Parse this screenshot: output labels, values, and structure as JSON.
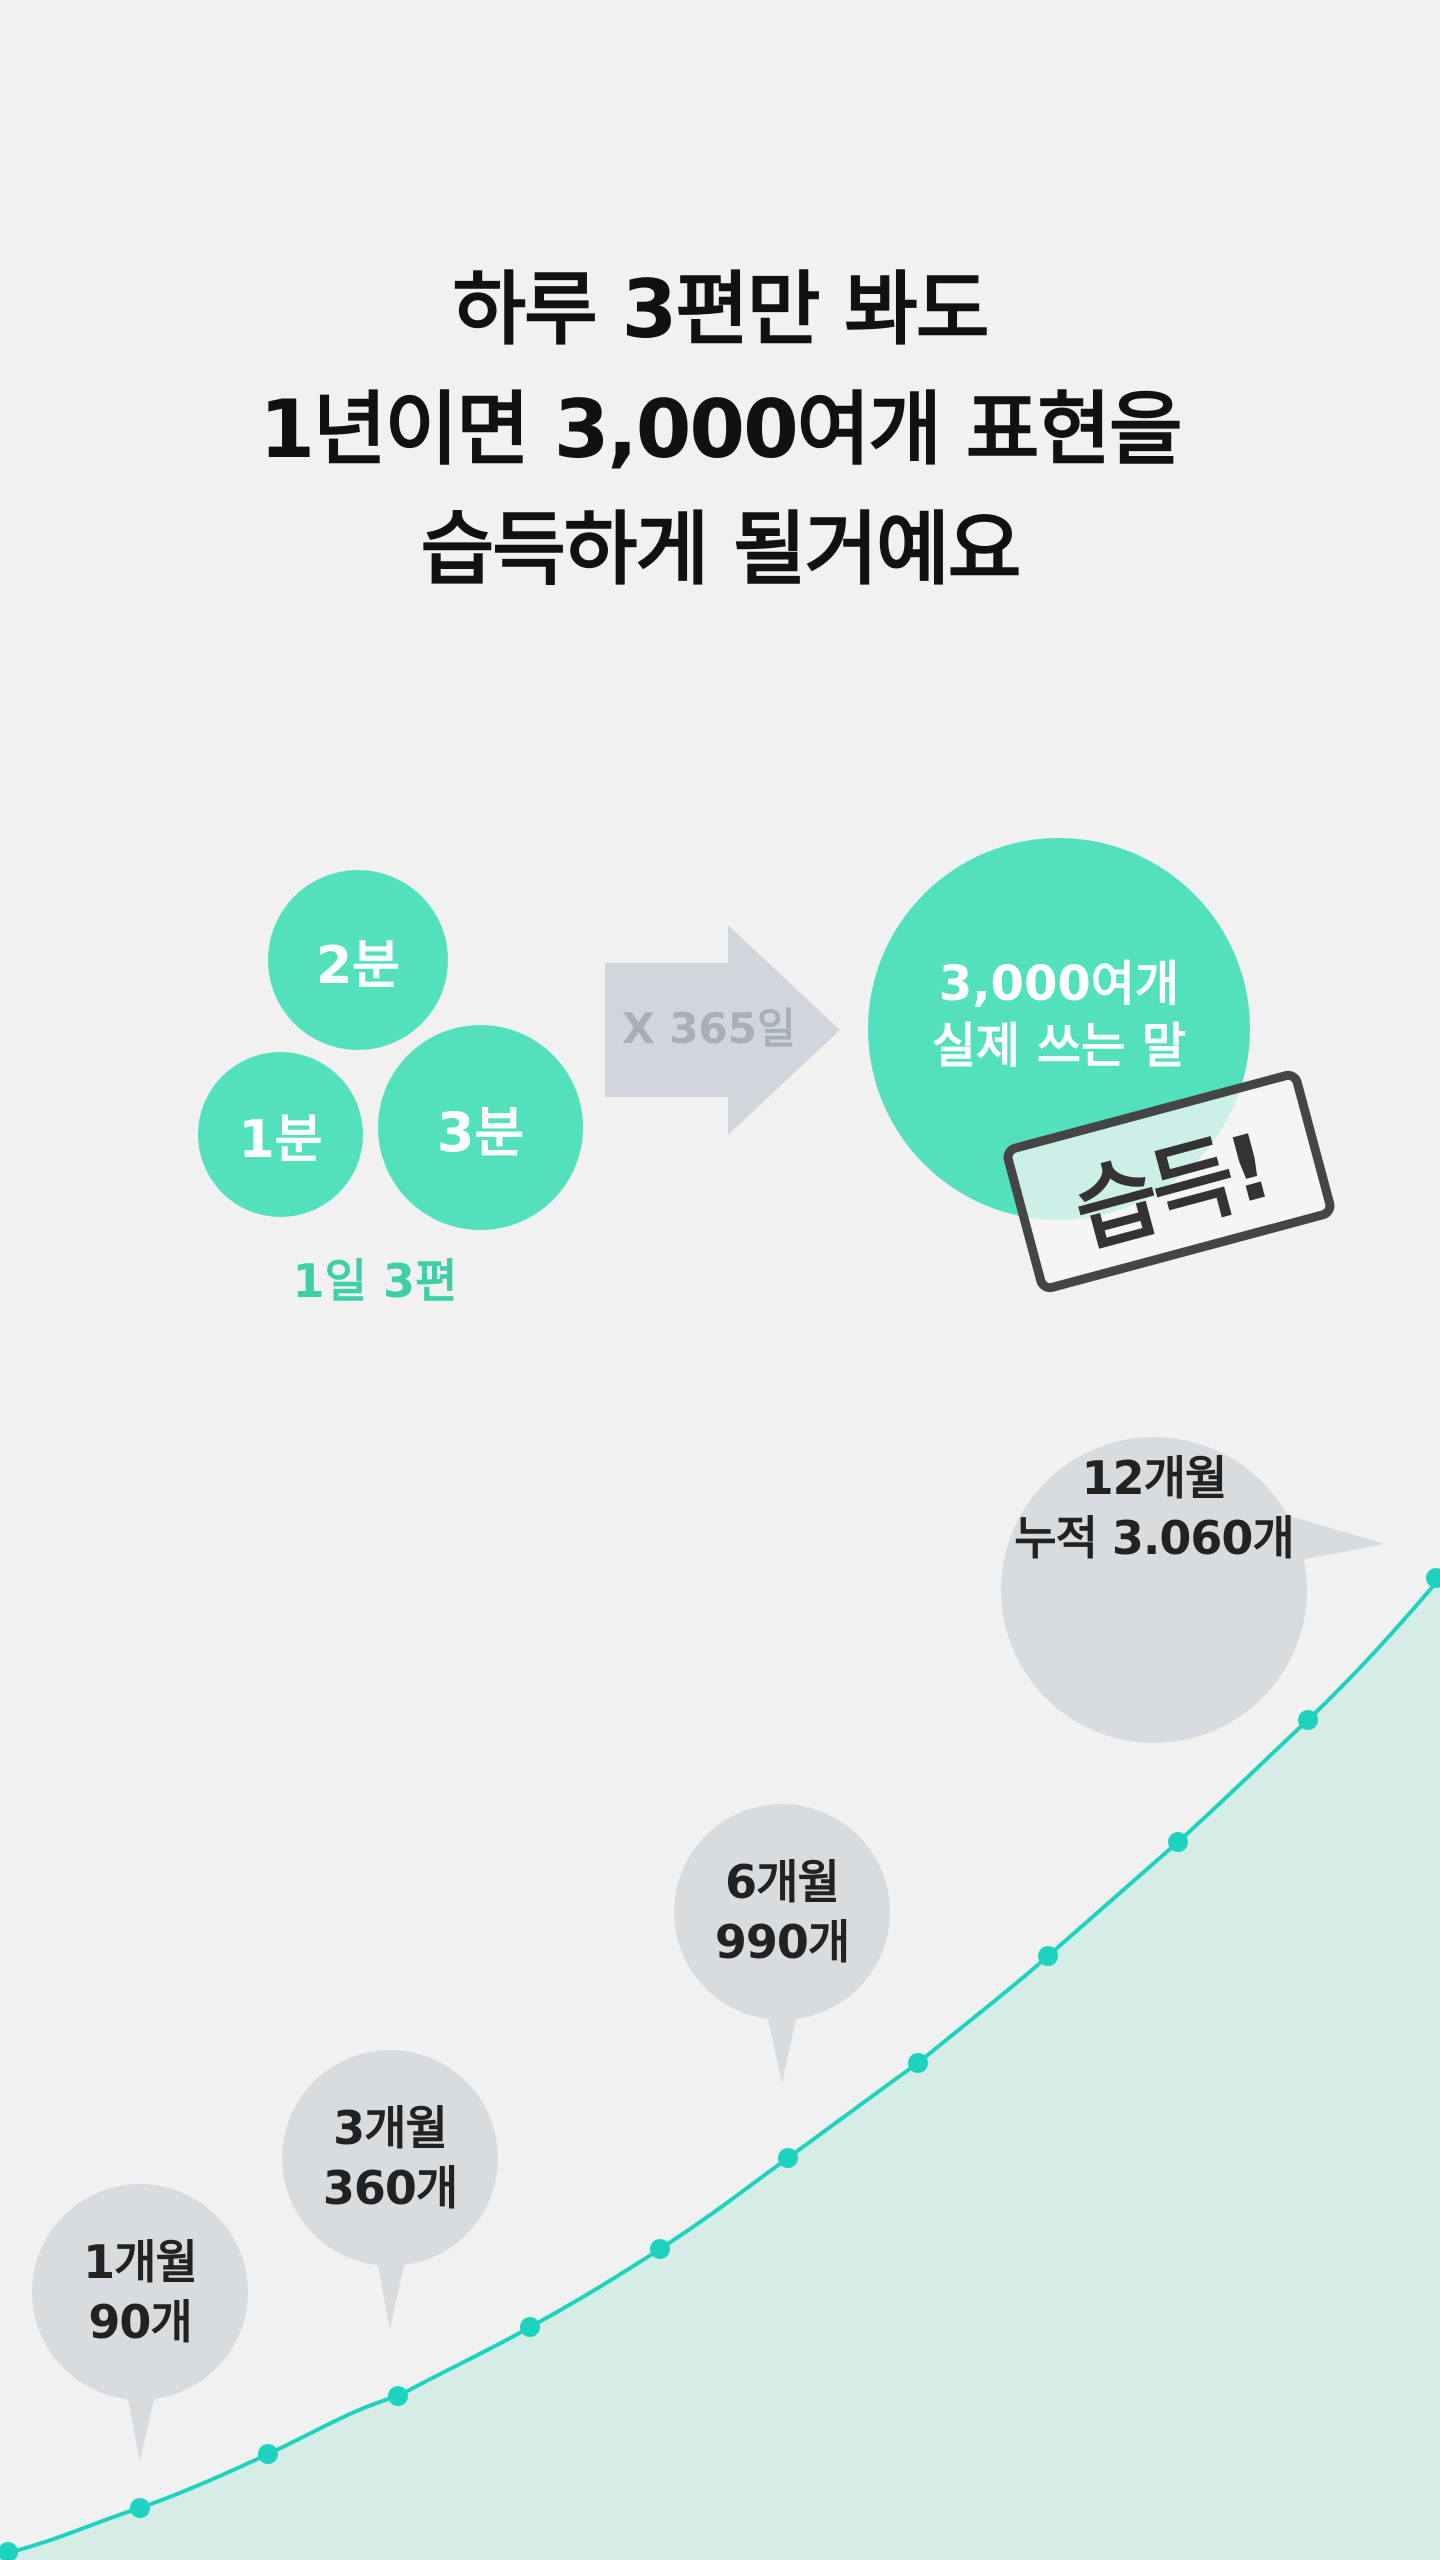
{
  "headline": {
    "line1": "하루 3편만 봐도",
    "line2": "1년이면 3,000여개 표현을",
    "line3": "습득하게 될거예요"
  },
  "daily": {
    "circles": [
      "2분",
      "1분",
      "3분"
    ],
    "label": "1일 3편"
  },
  "multiplier": "X 365일",
  "result": {
    "line1": "3,000여개",
    "line2": "실제 쓰는 말",
    "stamp": "습득!"
  },
  "growth": {
    "milestones": [
      {
        "period": "1개월",
        "count": "90개"
      },
      {
        "period": "3개월",
        "count": "360개"
      },
      {
        "period": "6개월",
        "count": "990개"
      },
      {
        "period": "12개월",
        "count": "누적 3.060개"
      }
    ]
  },
  "colors": {
    "accent": "#52e0bd",
    "curve": "#1dd3c0",
    "area": "#d6ede7",
    "bubble": "#d9dcdf",
    "arrow": "#d2d5dc",
    "background": "#f1f1f1"
  }
}
